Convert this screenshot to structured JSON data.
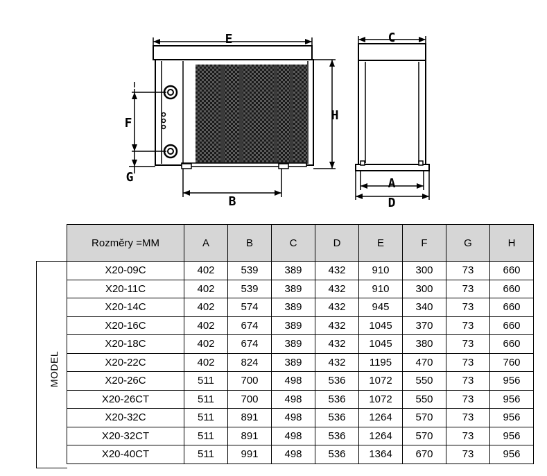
{
  "diagram": {
    "labels": {
      "A": "A",
      "B": "B",
      "C": "C",
      "D": "D",
      "E": "E",
      "F": "F",
      "G": "G",
      "H": "H"
    }
  },
  "table": {
    "header": [
      "Rozměry =MM",
      "A",
      "B",
      "C",
      "D",
      "E",
      "F",
      "G",
      "H"
    ],
    "side_label": "MODEL",
    "rows": [
      [
        "X20-09C",
        "402",
        "539",
        "389",
        "432",
        "910",
        "300",
        "73",
        "660"
      ],
      [
        "X20-11C",
        "402",
        "539",
        "389",
        "432",
        "910",
        "300",
        "73",
        "660"
      ],
      [
        "X20-14C",
        "402",
        "574",
        "389",
        "432",
        "945",
        "340",
        "73",
        "660"
      ],
      [
        "X20-16C",
        "402",
        "674",
        "389",
        "432",
        "1045",
        "370",
        "73",
        "660"
      ],
      [
        "X20-18C",
        "402",
        "674",
        "389",
        "432",
        "1045",
        "380",
        "73",
        "660"
      ],
      [
        "X20-22C",
        "402",
        "824",
        "389",
        "432",
        "1195",
        "470",
        "73",
        "760"
      ],
      [
        "X20-26C",
        "511",
        "700",
        "498",
        "536",
        "1072",
        "550",
        "73",
        "956"
      ],
      [
        "X20-26CT",
        "511",
        "700",
        "498",
        "536",
        "1072",
        "550",
        "73",
        "956"
      ],
      [
        "X20-32C",
        "511",
        "891",
        "498",
        "536",
        "1264",
        "570",
        "73",
        "956"
      ],
      [
        "X20-32CT",
        "511",
        "891",
        "498",
        "536",
        "1264",
        "570",
        "73",
        "956"
      ],
      [
        "X20-40CT",
        "511",
        "991",
        "498",
        "536",
        "1364",
        "670",
        "73",
        "956"
      ]
    ]
  }
}
